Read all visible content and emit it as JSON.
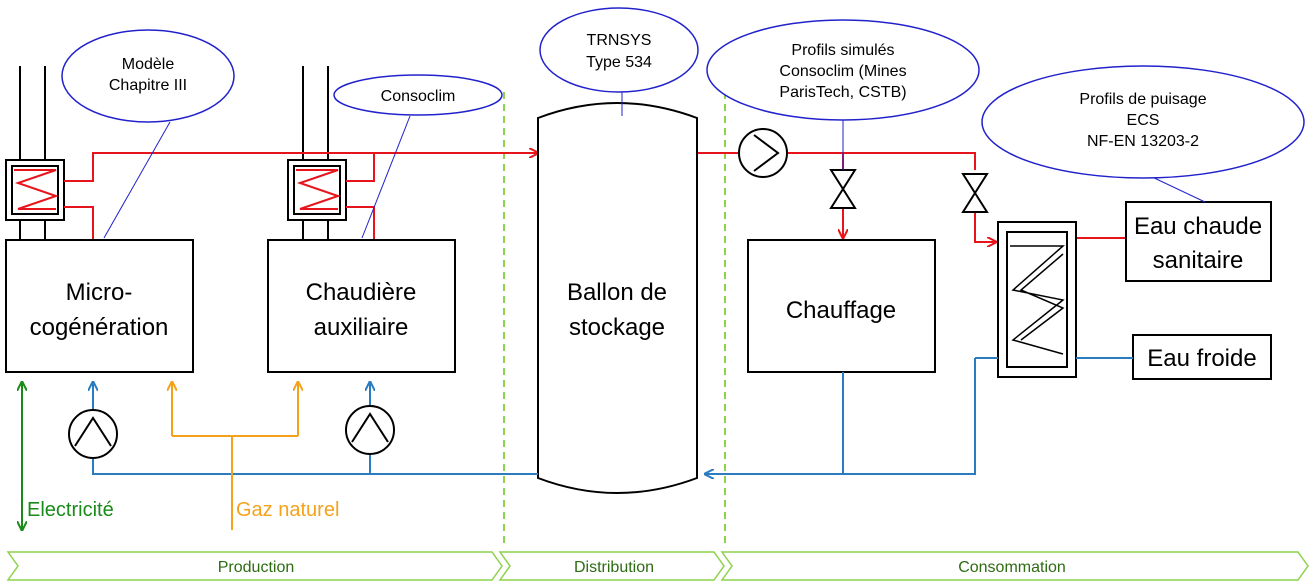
{
  "boxes": {
    "micro_line1": "Micro-",
    "micro_line2": "cogénération",
    "chaudiere_line1": "Chaudière",
    "chaudiere_line2": "auxiliaire",
    "ballon_line1": "Ballon de",
    "ballon_line2": "stockage",
    "chauffage": "Chauffage",
    "ecs_line1": "Eau chaude",
    "ecs_line2": "sanitaire",
    "eau_froide": "Eau froide"
  },
  "bubbles": {
    "modele_line1": "Modèle",
    "modele_line2": "Chapitre III",
    "consoclim": "Consoclim",
    "trnsys_line1": "TRNSYS",
    "trnsys_line2": "Type 534",
    "profils_line1": "Profils simulés",
    "profils_line2": "Consoclim (Mines",
    "profils_line3": "ParisTech, CSTB)",
    "puisage_line1": "Profils de puisage",
    "puisage_line2": "ECS",
    "puisage_line3": "NF-EN 13203-2"
  },
  "labels": {
    "electricite": "Electricité",
    "gaz": "Gaz naturel"
  },
  "phases": {
    "production": "Production",
    "distribution": "Distribution",
    "consommation": "Consommation"
  },
  "colors": {
    "hot": "#e8141b",
    "cold": "#2a7bc0",
    "gas": "#f5a21b",
    "electricity": "#1a8a1a",
    "bubble_border": "#2222cc",
    "phase_border": "#8cd24a",
    "dashed": "#8cd24a"
  }
}
